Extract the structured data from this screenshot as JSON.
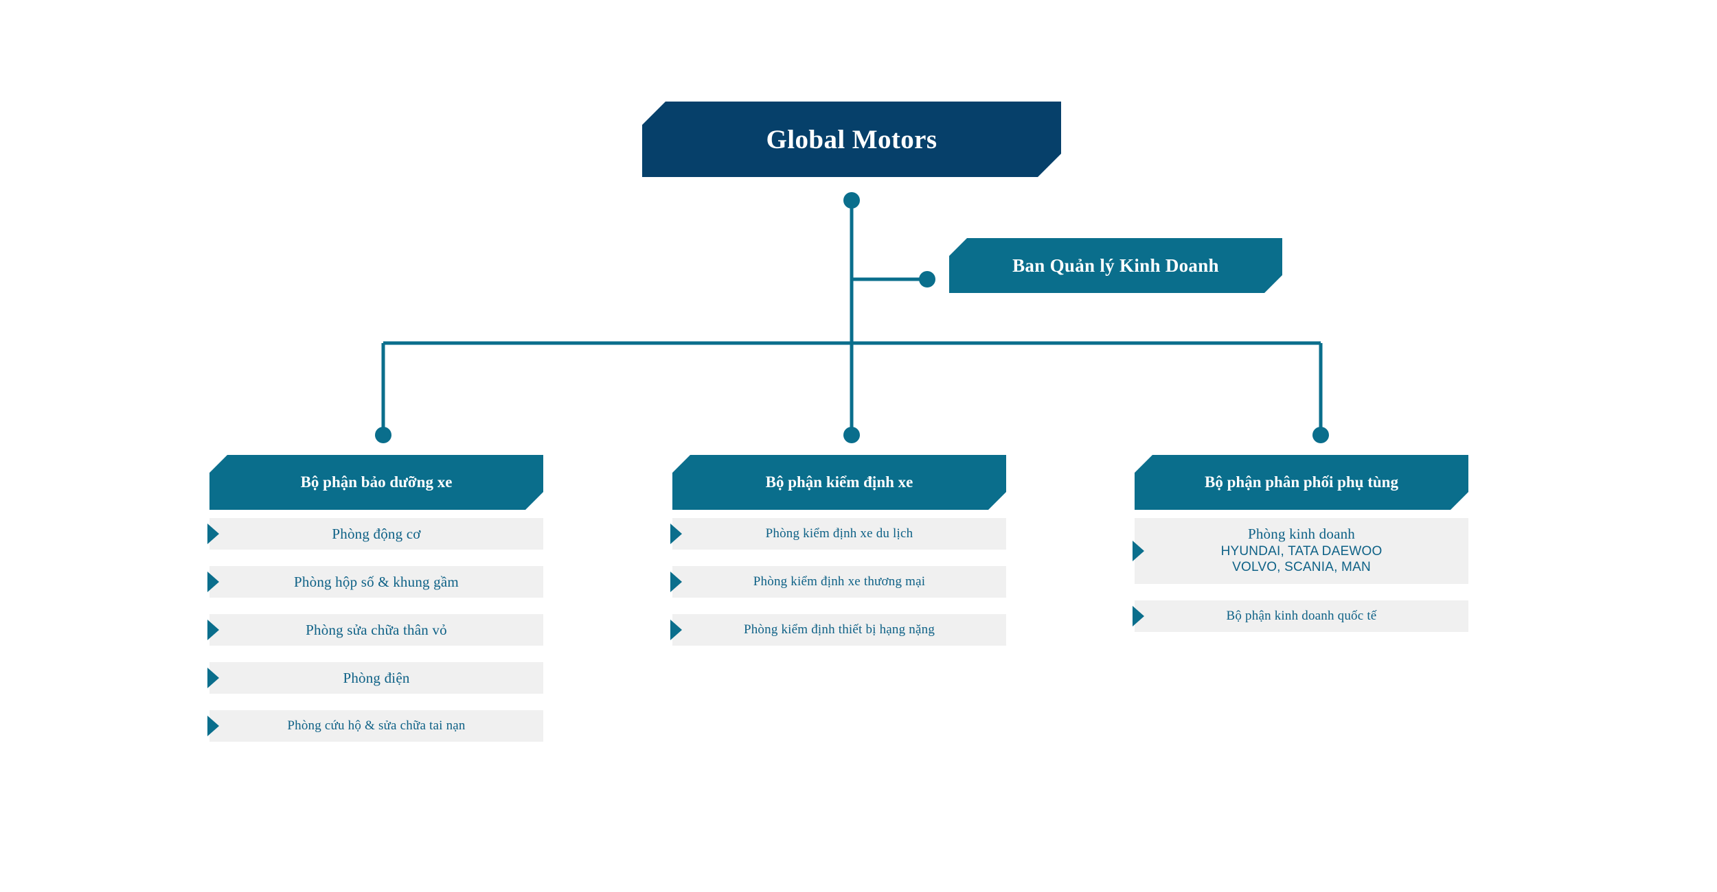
{
  "colors": {
    "navy": "#06406A",
    "teal": "#0A6E8C",
    "item_bg": "#F0F0F0",
    "item_text": "#0E6186",
    "page_bg": "#FFFFFF"
  },
  "root": {
    "title": "Global Motors"
  },
  "manager": {
    "title": "Ban Quản lý Kinh Doanh"
  },
  "departments": [
    {
      "header": "Bộ phận bảo dưỡng xe",
      "items": [
        {
          "label": "Phòng động cơ"
        },
        {
          "label": "Phòng hộp số & khung gầm"
        },
        {
          "label": "Phòng sửa chữa thân vỏ"
        },
        {
          "label": "Phòng điện"
        },
        {
          "label": "Phòng cứu hộ & sửa chữa tai nạn"
        }
      ]
    },
    {
      "header": "Bộ phận kiểm định xe",
      "items": [
        {
          "label": "Phòng kiểm định xe du lịch"
        },
        {
          "label": "Phòng kiểm định xe thương mại"
        },
        {
          "label": "Phòng kiểm định thiết bị hạng nặng"
        }
      ]
    },
    {
      "header": "Bộ phận phân phối phụ tùng",
      "items": [
        {
          "label": "Phòng kinh doanh",
          "sub_line_1": "HYUNDAI, TATA DAEWOO",
          "sub_line_2": "VOLVO, SCANIA, MAN"
        },
        {
          "label": "Bộ phận kinh doanh quốc tế"
        }
      ]
    }
  ]
}
